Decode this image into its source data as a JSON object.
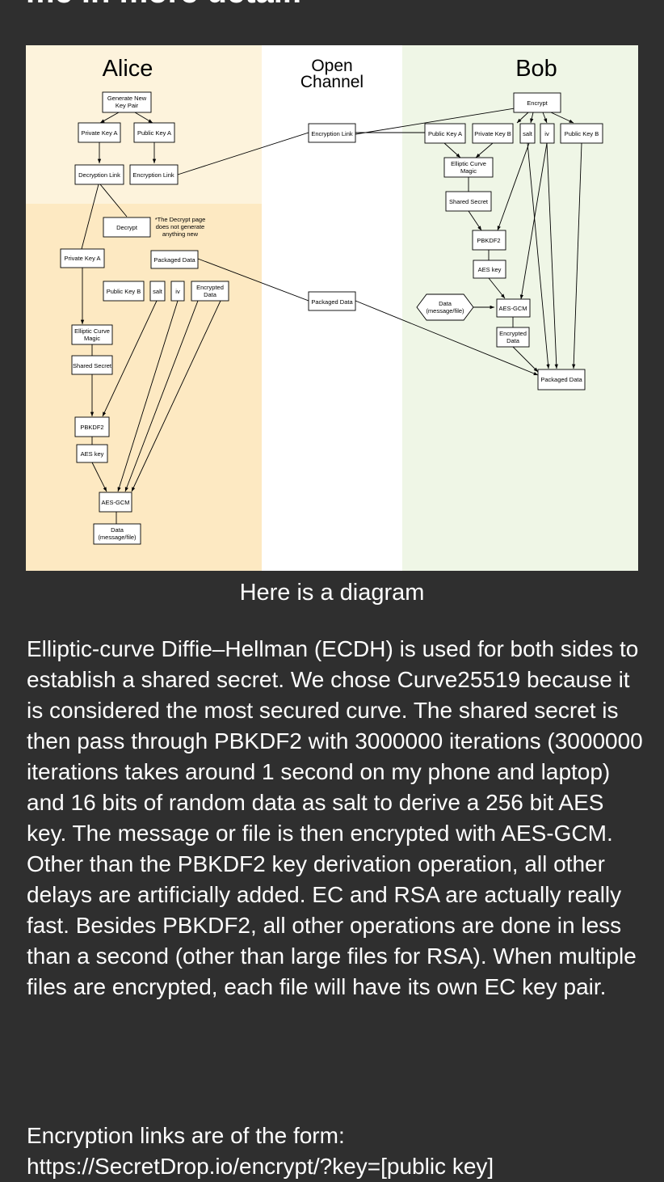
{
  "page": {
    "cut_heading": "me in more detail:",
    "caption": "Here is a diagram",
    "paragraph1": "Elliptic-curve Diffie–Hellman (ECDH) is used for both sides to establish a shared secret. We chose Curve25519 because it is considered the most secured curve. The shared secret is then pass through PBKDF2 with 3000000 iterations (3000000 iterations takes around 1 second on my phone and laptop) and 16 bits of random data as salt to derive a 256 bit AES key. The message or file is then encrypted with AES-GCM. Other than the PBKDF2 key derivation operation, all other delays are artificially added. EC and RSA are actually really fast. Besides PBKDF2, all other operations are done in less than a second (other than large files for RSA). When multiple files are encrypted, each file will have its own EC key pair.",
    "paragraph2_line1": "Encryption links are of the form:",
    "paragraph2_line2": "https://SecretDrop.io/encrypt/?key=[public key]"
  },
  "diagram": {
    "columns": {
      "alice": "Alice",
      "open_line1": "Open",
      "open_line2": "Channel",
      "bob": "Bob"
    },
    "colors": {
      "alice_top": "#fdf3dc",
      "alice_bottom": "#fde9c2",
      "open": "#ffffff",
      "bob": "#eff6e6"
    },
    "alice": {
      "generate_l1": "Generate New",
      "generate_l2": "Key Pair",
      "private_key_a": "Private Key A",
      "public_key_a": "Public Key A",
      "decryption_link": "Decryption Link",
      "encryption_link": "Encryption Link",
      "decrypt": "Decrypt",
      "note_l1": "*The Decrypt page",
      "note_l2": "does not generate",
      "note_l3": "anything new",
      "private_key_a2": "Private Key A",
      "packaged_data": "Packaged Data",
      "public_key_b": "Public Key B",
      "salt": "salt",
      "iv": "iv",
      "encrypted_l1": "Encrypted",
      "encrypted_l2": "Data",
      "ec_l1": "Elliptic Curve",
      "ec_l2": "Magic",
      "shared_secret": "Shared Secret",
      "pbkdf2": "PBKDF2",
      "aes_key": "AES key",
      "aes_gcm": "AES-GCM",
      "data_l1": "Data",
      "data_l2": "(message/file)"
    },
    "open": {
      "encryption_link": "Encryption Link",
      "packaged_data": "Packaged Data"
    },
    "bob": {
      "encrypt": "Encrypt",
      "public_key_a": "Public Key A",
      "private_key_b": "Private Key B",
      "salt": "salt",
      "iv": "iv",
      "public_key_b": "Public Key B",
      "ec_l1": "Elliptic Curve",
      "ec_l2": "Magic",
      "shared_secret": "Shared Secret",
      "pbkdf2": "PBKDF2",
      "aes_key": "AES key",
      "data_l1": "Data",
      "data_l2": "(message/file)",
      "aes_gcm": "AES-GCM",
      "encrypted_l1": "Encrypted",
      "encrypted_l2": "Data",
      "packaged_data": "Packaged Data"
    }
  }
}
